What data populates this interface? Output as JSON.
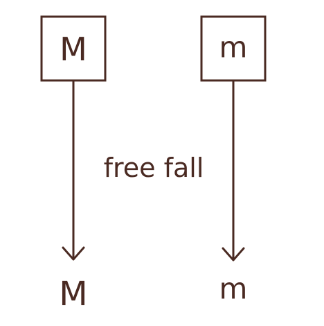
{
  "colors": {
    "ink": "#4a2a22",
    "background": "#ffffff"
  },
  "left_object": {
    "box_label": "M",
    "bottom_label": "M"
  },
  "right_object": {
    "box_label": "m",
    "bottom_label": "m"
  },
  "caption": "free fall"
}
